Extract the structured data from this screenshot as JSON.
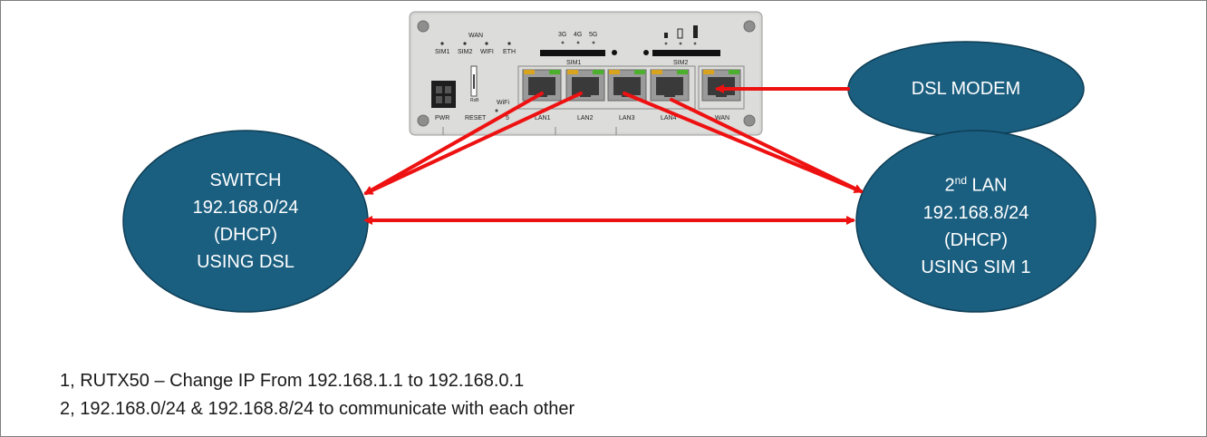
{
  "router": {
    "led_labels": [
      "SIM1",
      "SIM2",
      "WIFI",
      "ETH"
    ],
    "wan_top_label": "WAN",
    "net_labels": [
      "3G",
      "4G",
      "5G"
    ],
    "sim1_label": "SIM1",
    "sim2_label": "SIM2",
    "port_labels": [
      "LAN1",
      "LAN2",
      "LAN3",
      "LAN4",
      "WAN"
    ],
    "pwr_label": "PWR",
    "reset_label": "RESET",
    "wifi_label": "WiFi",
    "wifi_5_label": "5",
    "rst_small_label": "RsB"
  },
  "nodes": {
    "dsl_modem": {
      "lines": [
        "DSL MODEM"
      ]
    },
    "switch": {
      "lines": [
        "SWITCH",
        "192.168.0/24",
        "(DHCP)",
        "USING DSL"
      ]
    },
    "second_lan": {
      "ordinal": "2",
      "ordinal_suffix": "nd",
      "title_rest": " LAN",
      "lines": [
        "192.168.8/24",
        "(DHCP)",
        "USING SIM 1"
      ]
    }
  },
  "notes": [
    "1, RUTX50 – Change IP From 192.168.1.1 to 192.168.0.1",
    "2, 192.168.0/24 & 192.168.8/24 to communicate with each other"
  ],
  "colors": {
    "ellipse_fill": "#1b5f80",
    "ellipse_stroke": "#0d3d55",
    "arrow": "#ee1111",
    "router_body": "#d5d5d3"
  }
}
